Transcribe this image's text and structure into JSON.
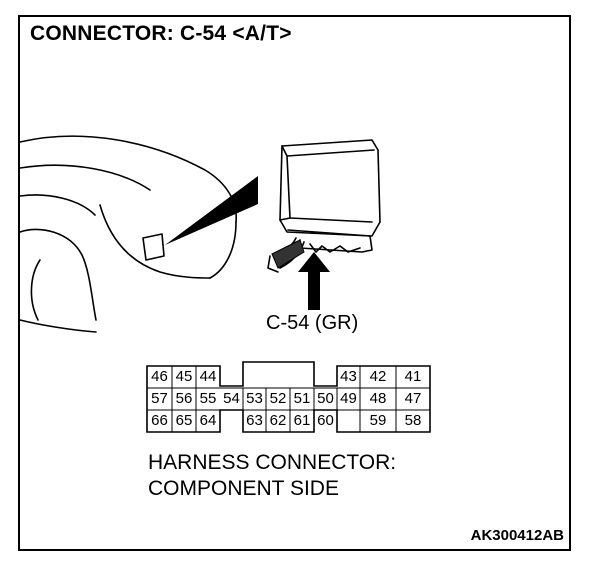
{
  "title": "CONNECTOR: C-54 <A/T>",
  "connector_label": "C-54 (GR)",
  "caption": {
    "line1": "HARNESS CONNECTOR:",
    "line2": "COMPONENT SIDE"
  },
  "code": "AK300412AB",
  "pins": {
    "row1_left": [
      "46",
      "45",
      "44"
    ],
    "row1_right": [
      "43",
      "42",
      "41"
    ],
    "row2": [
      "57",
      "56",
      "55",
      "54",
      "53",
      "52",
      "51",
      "50",
      "49",
      "48",
      "47"
    ],
    "row3_left": [
      "66",
      "65",
      "64"
    ],
    "row3_mid": [
      "63",
      "62",
      "61",
      "60"
    ],
    "row3_right": [
      "59",
      "58"
    ]
  }
}
